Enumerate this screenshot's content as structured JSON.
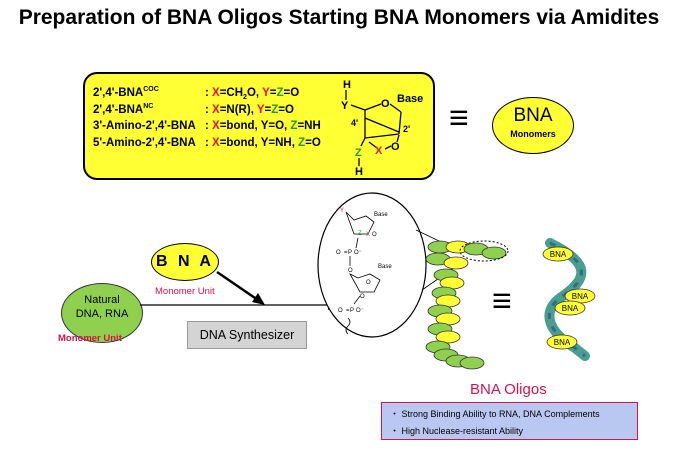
{
  "title": "Preparation of BNA Oligos Starting BNA Monomers via Amidites",
  "monomers": [
    {
      "name": "2',4'-BNA",
      "sup": "COC",
      "def": [
        [
          "X",
          "red"
        ],
        [
          "=CH",
          "blk"
        ],
        [
          "2",
          "sub"
        ],
        [
          "O, ",
          "blk"
        ],
        [
          "Y",
          "red"
        ],
        [
          "=",
          "blk"
        ],
        [
          "Z",
          "grn"
        ],
        [
          "=O",
          "blk"
        ]
      ]
    },
    {
      "name": "2',4'-BNA",
      "sup": "NC",
      "def": [
        [
          "X",
          "red"
        ],
        [
          "=N(R), ",
          "blk"
        ],
        [
          "Y",
          "red"
        ],
        [
          "=",
          "blk"
        ],
        [
          "Z",
          "grn"
        ],
        [
          "=O",
          "blk"
        ]
      ]
    },
    {
      "name": "3'-Amino-2',4'-BNA",
      "sup": "",
      "def": [
        [
          "X",
          "red"
        ],
        [
          "=bond, Y=O, ",
          "blk"
        ],
        [
          "Z",
          "grn"
        ],
        [
          "=NH",
          "blk"
        ]
      ]
    },
    {
      "name": "5'-Amino-2',4'-BNA",
      "sup": "",
      "def": [
        [
          "X",
          "red"
        ],
        [
          "=bond, Y=NH, ",
          "blk"
        ],
        [
          "Z",
          "grn"
        ],
        [
          "=O",
          "blk"
        ]
      ]
    }
  ],
  "structure": {
    "h_top": "H",
    "y": "Y",
    "base": "Base",
    "four_prime": "4'",
    "two_prime": "2'",
    "o1": "O",
    "o2": "O",
    "z": "Z",
    "x": "X",
    "h_bottom": "H"
  },
  "equiv_symbol": "≡",
  "bna_monomers": {
    "big": "BNA",
    "small": "Monomers"
  },
  "natural": {
    "line1": "Natural",
    "line2": "DNA, RNA",
    "unit": "Monomer Unit"
  },
  "bna_unit": {
    "label": "B N A",
    "unit": "Monomer Unit"
  },
  "synthesizer": "DNA Synthesizer",
  "zoom": {
    "base1": "Base",
    "base2": "Base",
    "o1": "O",
    "o2": "O",
    "o3": "O",
    "p": "P",
    "ominus": "O⁻",
    "o4": "O",
    "o5": "O",
    "o6": "O",
    "p2": "P",
    "ominus2": "O⁻"
  },
  "helix_labels": [
    "BNA",
    "BNA",
    "BNA",
    "BNA"
  ],
  "oligos": {
    "title": "BNA Oligos",
    "points": [
      "・ Strong Binding Ability to RNA, DNA Complements",
      "・ High Nuclease-resistant Ability"
    ]
  },
  "colors": {
    "yellow": "#ffff33",
    "green": "#8fd14f",
    "red": "#d6124a",
    "blue_box": "#b8c8f0"
  }
}
